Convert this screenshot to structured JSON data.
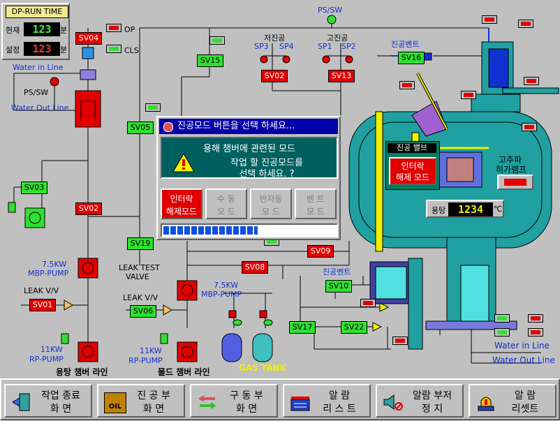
{
  "runtime": {
    "title": "DP-RUN TIME",
    "current_label": "현재",
    "current_value": "123",
    "set_label": "설정",
    "set_value": "123",
    "unit": "분"
  },
  "labels": {
    "op": "OP",
    "cls": "CLS",
    "water_in_line_left": "Water in Line",
    "water_out_line_left": "Water Out Line",
    "ps_sw_left": "PS/SW",
    "ps_sw_top": "PS/SW",
    "rough_vacuum": "저진공",
    "high_vacuum": "고진공",
    "sp3": "SP3",
    "sp4": "SP4",
    "sp1": "SP1",
    "sp2": "SP2",
    "vacuum_vent_top": "진공벤트",
    "vacuum_vent_mid": "진공벤트",
    "leak_test_valve_1": "LEAK TEST",
    "leak_test_valve_2": "VALVE",
    "pump_75kw_left_1": "7.5KW",
    "pump_75kw_left_2": "MBP-PUMP",
    "leak_vv_left": "LEAK V/V",
    "pump_11kw_left_1": "11KW",
    "pump_11kw_left_2": "RP-PUMP",
    "melt_chamber_line": "용탕 챔버 라인",
    "leak_vv_mid": "LEAK V/V",
    "pump_75kw_mid_1": "7.5KW",
    "pump_75kw_mid_2": "MBP-PUMP",
    "pump_11kw_mid_1": "11KW",
    "pump_11kw_mid_2": "RP-PUMP",
    "mold_chamber_line": "몰드 챔버 라인",
    "gas_tank": "GAS TANK",
    "water_in_line_right": "Water in Line",
    "water_out_line_right": "Water Out Line",
    "vacuum_valve": "진공 밸브",
    "hf_heating_lamp_1": "고주파",
    "hf_heating_lamp_2": "히가램프",
    "interlock_release_1": "인터락",
    "interlock_release_2": "해제 모드",
    "melt_temp_label": "용탕",
    "melt_temp_value": "1234",
    "melt_temp_unit": "℃"
  },
  "valves": {
    "sv04": "SV04",
    "sv15": "SV15",
    "sv02_top": "SV02",
    "sv13": "SV13",
    "sv16": "SV16",
    "sv05": "SV05",
    "sv03": "SV03",
    "sv02_left": "SV02",
    "sv19": "SV19",
    "sv01": "SV01",
    "sv06": "SV06",
    "sv08": "SV08",
    "sv09": "SV09",
    "sv10": "SV10",
    "sv17": "SV17",
    "sv22": "SV22"
  },
  "dialog": {
    "title": "진공모드 버튼을 선택 하세요...",
    "heading": "용해 챔버에 관련된 모드",
    "line1": "작업 할 진공모드를",
    "line2": "선택 하세요. ?",
    "modes": [
      {
        "line1": "인터락",
        "line2": "해제모드",
        "active": true
      },
      {
        "line1": "수 동",
        "line2": "모 드",
        "active": false
      },
      {
        "line1": "반자동",
        "line2": "모 드",
        "active": false
      },
      {
        "line1": "벤 트",
        "line2": "모 드",
        "active": false
      }
    ],
    "progress": 0.55
  },
  "bottom_buttons": [
    {
      "line1": "작업 종료",
      "line2": "화 면",
      "icon": "exit-icon"
    },
    {
      "line1": "진 공 부",
      "line2": "화 면",
      "icon": "oil-icon",
      "icon_text": "OIL"
    },
    {
      "line1": "구 동 부",
      "line2": "화 면",
      "icon": "arrows-icon"
    },
    {
      "line1": "알 람",
      "line2": "리 스 트",
      "icon": "alarm-list-icon"
    },
    {
      "line1": "알람 부저",
      "line2": "정 지",
      "icon": "buzzer-icon"
    },
    {
      "line1": "알 람",
      "line2": "리셋트",
      "icon": "siren-icon"
    }
  ],
  "colors": {
    "background": "#c0c0c0",
    "valve_red": "#e00000",
    "valve_green": "#30e030",
    "chamber": "#20a0a0",
    "dialog_title": "#0000a8",
    "dialog_message": "#006060",
    "label_blue": "#1030d0"
  }
}
